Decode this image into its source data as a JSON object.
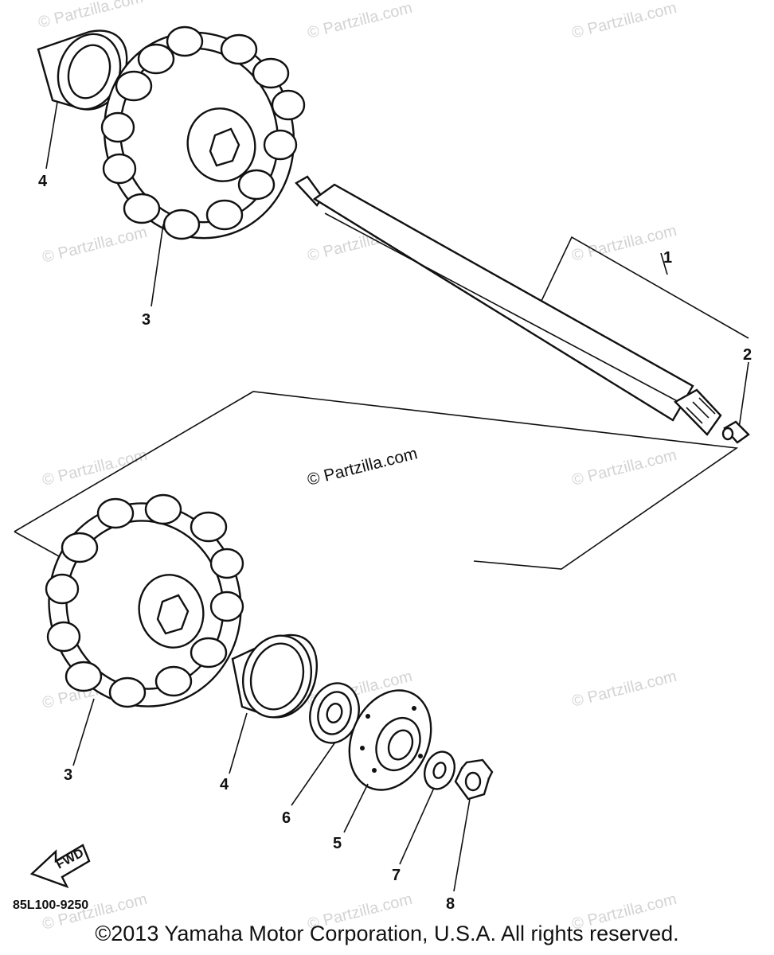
{
  "watermarks": [
    "© Partzilla.com"
  ],
  "center_watermark": "© Partzilla.com",
  "callouts": [
    "1",
    "2",
    "3",
    "4",
    "3",
    "4",
    "6",
    "5",
    "7",
    "8"
  ],
  "fwd_label": "FWD",
  "diagram_code": "85L100-9250",
  "copyright": "©2013 Yamaha Motor Corporation, U.S.A. All rights reserved."
}
